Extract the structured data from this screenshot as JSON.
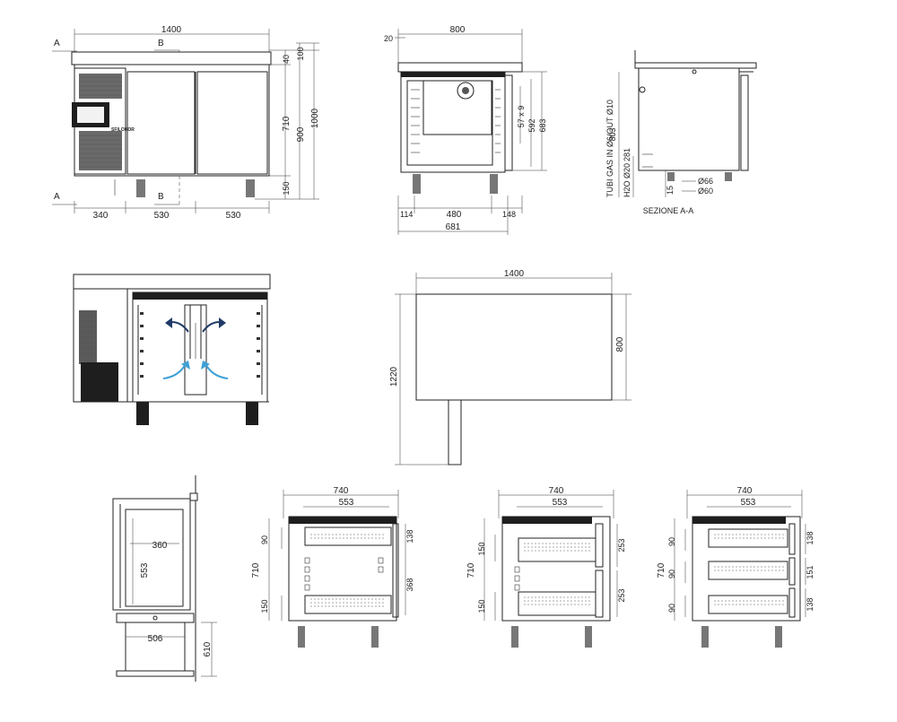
{
  "front_view": {
    "width_total": "1400",
    "section_a": "A",
    "section_b": "B",
    "seg_left": "340",
    "seg_mid": "530",
    "seg_right": "530",
    "h_top": "40",
    "h_top2": "100",
    "h_body": "710",
    "h_legs": "150",
    "h_900": "900",
    "h_1000": "1000",
    "brand": "SFILOKOR"
  },
  "side_view": {
    "width": "800",
    "top_offset": "20",
    "pitch": "57 x 9",
    "h592": "592",
    "h683": "683",
    "w114": "114",
    "w480": "480",
    "w148": "148",
    "w681": "681"
  },
  "section_aa": {
    "h803": "803",
    "gas_label": "TUBI GAS IN Ø6/OUT Ø10",
    "water_label": "H2O Ø20",
    "h281": "281",
    "h15": "15",
    "d66": "Ø66",
    "d60": "Ø60",
    "title": "SEZIONE A-A"
  },
  "plan_view": {
    "width": "1400",
    "depth": "800",
    "total_depth": "1220"
  },
  "door_view": {
    "w360": "360",
    "h553": "553",
    "w506": "506",
    "h610": "610"
  },
  "drawers_view_1": {
    "w740": "740",
    "w553": "553",
    "h90a": "90",
    "h138": "138",
    "h710": "710",
    "h368": "368",
    "h150": "150"
  },
  "drawers_view_2": {
    "w740": "740",
    "w553": "553",
    "h150a": "150",
    "h253a": "253",
    "h710": "710",
    "h150b": "150",
    "h253b": "253"
  },
  "drawers_view_3": {
    "w740": "740",
    "w553": "553",
    "h90a": "90",
    "h138a": "138",
    "h710": "710",
    "h90b": "90",
    "h151": "151",
    "h90c": "90",
    "h138b": "138"
  }
}
